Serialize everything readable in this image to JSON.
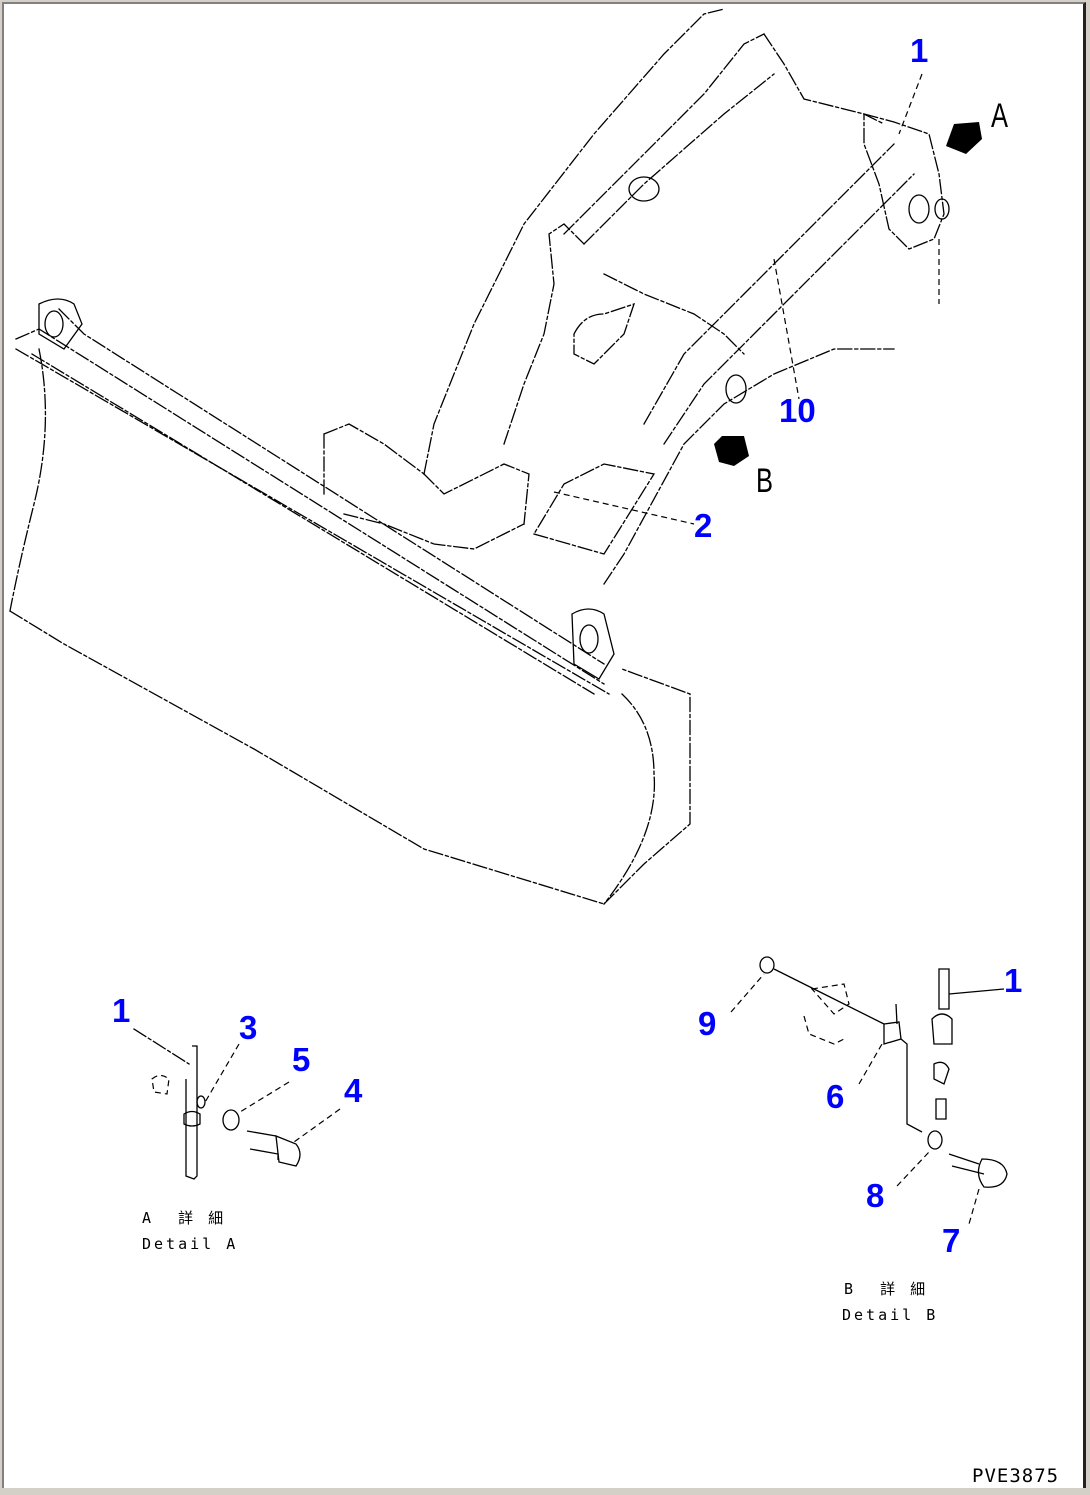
{
  "diagram": {
    "drawing_number": "PVE3875",
    "accent_color": "#0000ff",
    "line_color": "#000000",
    "background_color": "#ffffff",
    "view_arrows": [
      {
        "label": "A",
        "icon": "view-arrow-icon"
      },
      {
        "label": "B",
        "icon": "view-arrow-icon"
      }
    ],
    "main_callouts": [
      {
        "number": "1"
      },
      {
        "number": "10"
      },
      {
        "number": "2"
      }
    ],
    "detail_a": {
      "title_jp": "A  詳 細",
      "title_en": "Detail A",
      "callouts": [
        {
          "number": "1"
        },
        {
          "number": "3"
        },
        {
          "number": "5"
        },
        {
          "number": "4"
        }
      ]
    },
    "detail_b": {
      "title_jp": "B  詳 細",
      "title_en": "Detail B",
      "callouts": [
        {
          "number": "9"
        },
        {
          "number": "1"
        },
        {
          "number": "6"
        },
        {
          "number": "8"
        },
        {
          "number": "7"
        }
      ]
    }
  }
}
